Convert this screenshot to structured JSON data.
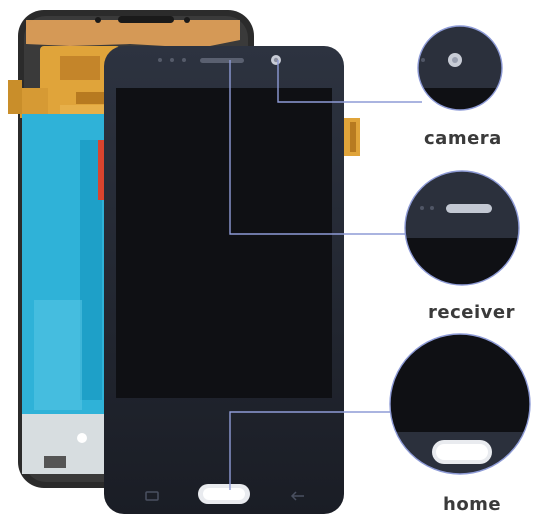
{
  "callouts": {
    "camera": {
      "label": "camera"
    },
    "receiver": {
      "label": "receiver"
    },
    "home": {
      "label": "home"
    }
  },
  "colors": {
    "accent_line": "#8e9bd6",
    "screen": "#0f1014",
    "bezel": "#2a2f3c",
    "backplate": "#2b2b2b",
    "cyan_film": "#2fb2d8",
    "flex_gold": "#e0a43a",
    "label_text": "#3a3a3a"
  },
  "icons": {
    "front_camera": "camera-dot-icon",
    "earpiece": "receiver-slot-icon",
    "home_button": "home-button-icon",
    "back_key": "back-key-icon",
    "recent_key": "recent-apps-icon"
  }
}
